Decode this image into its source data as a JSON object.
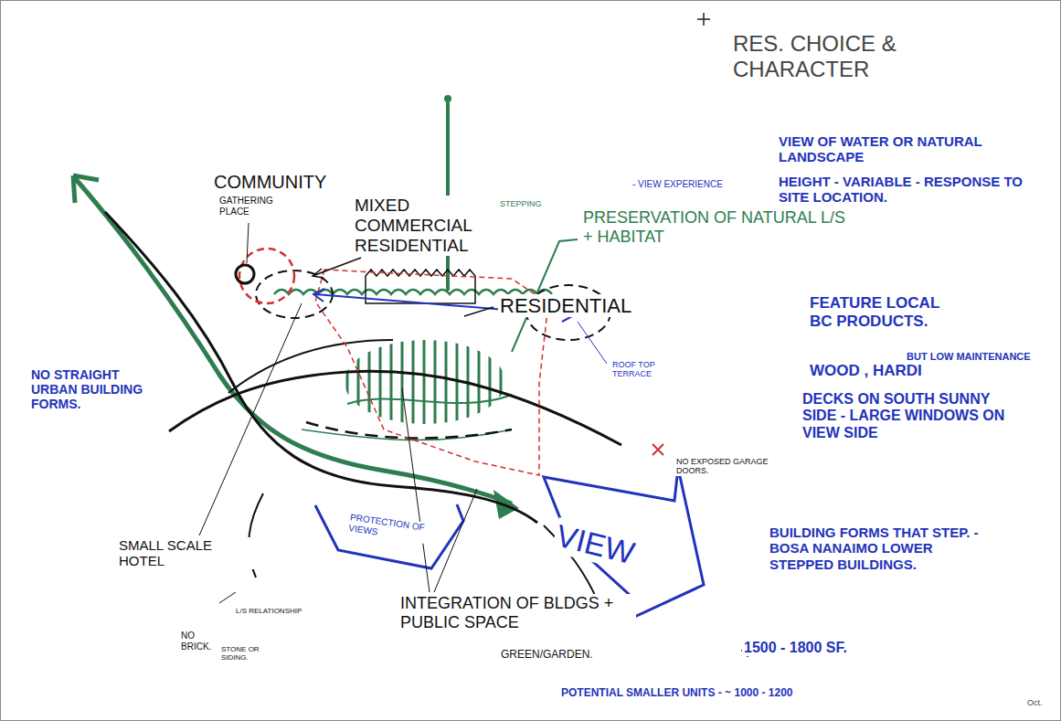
{
  "diagram": {
    "title": "RES. CHOICE & CHARACTER",
    "labels": [
      "VIEW OF WATER OR NATURAL LANDSCAPE",
      "HEIGHT - VARIABLE - RESPONSE TO SITE LOCATION.",
      "FEATURE LOCAL BC PRODUCTS.",
      "BUT LOW MAINTENANCE",
      "WOOD , HARDI",
      "DECKS ON SOUTH SUNNY SIDE - LARGE WINDOWS ON VIEW SIDE",
      "BUILDING FORMS THAT STEP. - BOSA NANAIMO LOWER STEPPED BUILDINGS.",
      "1500 - 1800 SF.",
      "POTENTIAL SMALLER UNITS - ~ 1000 - 1200",
      "Oct.",
      "COMMUNITY",
      "GATHERING PLACE",
      "MIXED COMMERCIAL RESIDENTIAL",
      "RESIDENTIAL",
      "PRESERVATION OF NATURAL L/S + HABITAT",
      "STEPPING",
      "- VIEW EXPERIENCE",
      "ROOF TOP TERRACE",
      "NO STRAIGHT URBAN BUILDING FORMS.",
      "NO EXPOSED GARAGE DOORS.",
      "PROTECTION OF VIEWS",
      "VIEW",
      "SMALL SCALE HOTEL",
      "INTEGRATION OF BLDGS + PUBLIC SPACE",
      "GREEN/GARDEN.",
      "L/S RELATIONSHIP",
      "NO BRICK.",
      "STONE OR SIDING."
    ]
  }
}
